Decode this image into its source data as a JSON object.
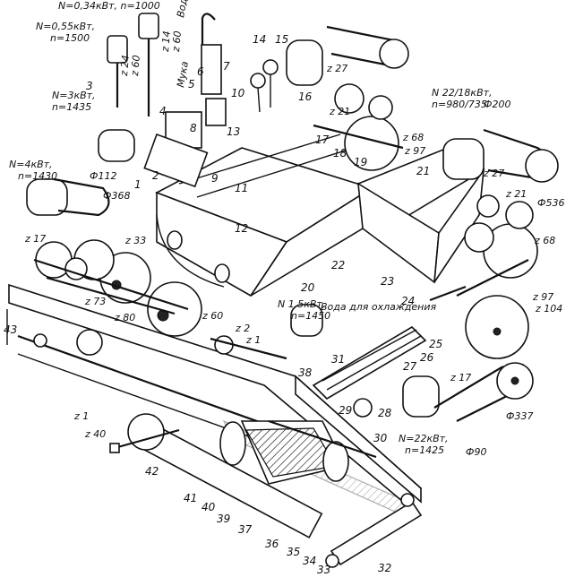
{
  "figure": {
    "motor_labels": [
      {
        "id": "m1",
        "lines": [
          "N=0,34кВт, n=1000"
        ]
      },
      {
        "id": "m2",
        "lines": [
          "N=0,55кВт,",
          "n=1500"
        ]
      },
      {
        "id": "m3",
        "lines": [
          "N=3кВт,",
          "n=1435"
        ]
      },
      {
        "id": "m4",
        "lines": [
          "N=4кВт,",
          "n=1430"
        ]
      },
      {
        "id": "m5",
        "lines": [
          "N 22/18кВт,",
          "n=980/735"
        ]
      },
      {
        "id": "m6",
        "lines": [
          "N 1,5кВт,",
          "n=1450"
        ]
      },
      {
        "id": "m7",
        "lines": [
          "N=22кВт,",
          "n=1425"
        ]
      }
    ],
    "gear_labels": [
      "z 27",
      "z 21",
      "z 68",
      "z 97",
      "z 27",
      "z 21",
      "z 68",
      "z 97",
      "z 104",
      "z 17",
      "z 17",
      "z 33",
      "z 73",
      "z 80",
      "z 60",
      "z 2",
      "z 1",
      "z 1",
      "z 40",
      "z 24",
      "z 60",
      "z 14",
      "z 60"
    ],
    "pulley_labels": [
      "Ф200",
      "Ф536",
      "Ф112",
      "Ф368",
      "Ф337",
      "Ф90"
    ],
    "text_labels": {
      "voda_top": "Вода",
      "muka": "Мука",
      "voda_cool": "Вода для охлаждения"
    },
    "numbers": [
      "1",
      "2",
      "3",
      "4",
      "5",
      "6",
      "7",
      "8",
      "9",
      "10",
      "11",
      "12",
      "13",
      "14",
      "15",
      "16",
      "17",
      "18",
      "19",
      "20",
      "21",
      "22",
      "23",
      "24",
      "25",
      "26",
      "27",
      "28",
      "29",
      "30",
      "31",
      "32",
      "33",
      "34",
      "35",
      "36",
      "37",
      "38",
      "39",
      "40",
      "41",
      "42",
      "43"
    ]
  }
}
